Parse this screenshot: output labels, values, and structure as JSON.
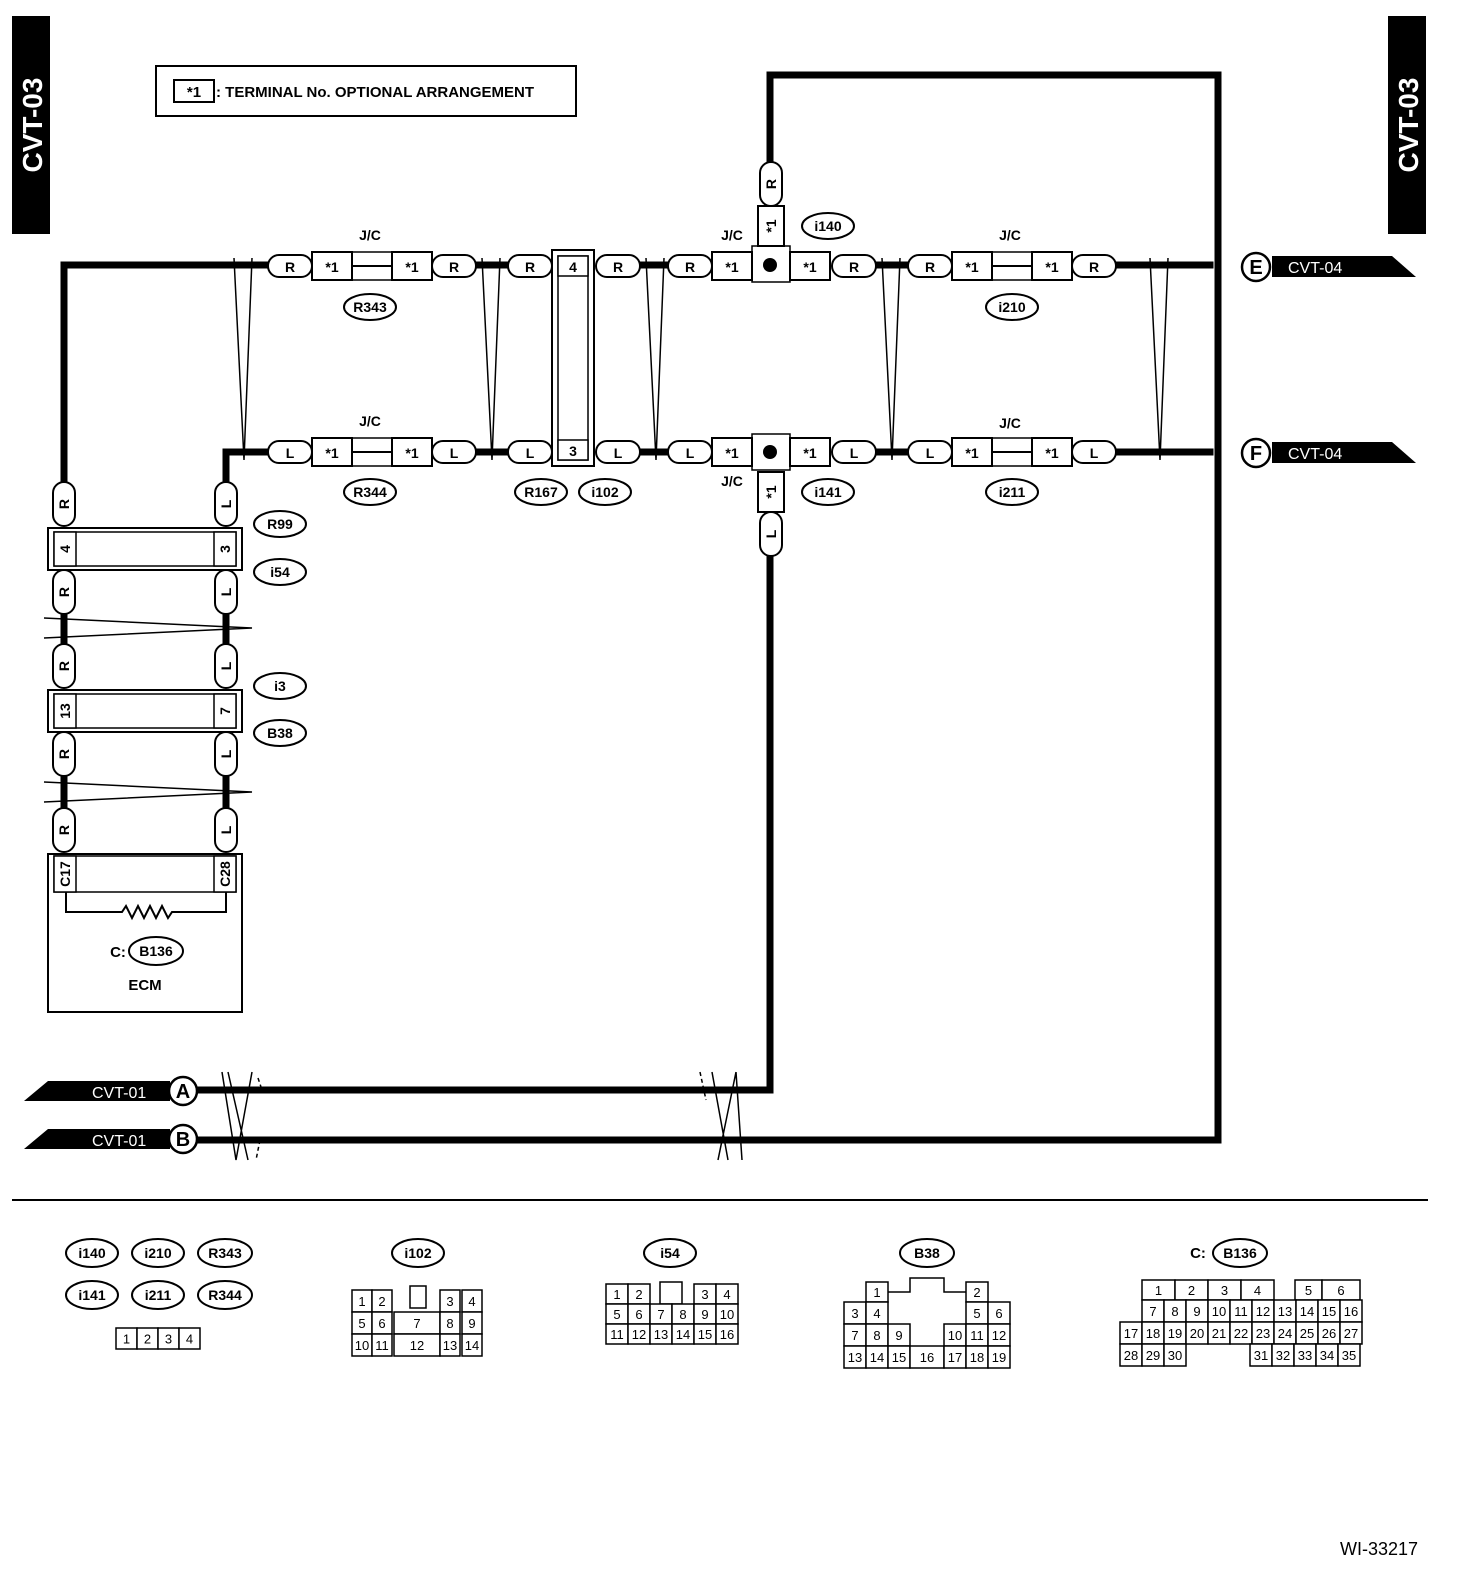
{
  "page_tabs": {
    "left": "CVT-03",
    "right": "CVT-03"
  },
  "legend": {
    "symbol": "*1",
    "text": ": TERMINAL No. OPTIONAL ARRANGEMENT"
  },
  "junction_label": "J/C",
  "wire_colors": {
    "red": "R",
    "blue": "L"
  },
  "pin_labels": {
    "optional": "*1",
    "r167_r": "4",
    "r167_l": "3",
    "r99_r": "4",
    "r99_l": "3",
    "i3_r": "13",
    "i3_l": "7",
    "ecm_r": "C17",
    "ecm_l": "C28"
  },
  "connectors": {
    "r343": "R343",
    "r344": "R344",
    "r167": "R167",
    "i102": "i102",
    "i140": "i140",
    "i141": "i141",
    "i210": "i210",
    "i211": "i211",
    "r99": "R99",
    "i54": "i54",
    "i3": "i3",
    "b38": "B38",
    "b136": "B136"
  },
  "ecm": {
    "prefix": "C:",
    "label": "ECM"
  },
  "off_page": {
    "e": {
      "letter": "E",
      "ref": "CVT-04"
    },
    "f": {
      "letter": "F",
      "ref": "CVT-04"
    },
    "a": {
      "letter": "A",
      "ref": "CVT-01"
    },
    "b": {
      "letter": "B",
      "ref": "CVT-01"
    }
  },
  "connector_views": {
    "group_labels": [
      "i140",
      "i210",
      "R343",
      "i141",
      "i211",
      "R344"
    ],
    "group_pins": [
      "1",
      "2",
      "3",
      "4"
    ],
    "i102_pins": [
      "1",
      "2",
      "3",
      "4",
      "5",
      "6",
      "7",
      "8",
      "9",
      "10",
      "11",
      "12",
      "13",
      "14"
    ],
    "i54_pins": [
      "1",
      "2",
      "3",
      "4",
      "5",
      "6",
      "7",
      "8",
      "9",
      "10",
      "11",
      "12",
      "13",
      "14",
      "15",
      "16"
    ],
    "b38_pins": [
      "1",
      "2",
      "3",
      "4",
      "5",
      "6",
      "7",
      "8",
      "9",
      "10",
      "11",
      "12",
      "13",
      "14",
      "15",
      "16",
      "17",
      "18",
      "19"
    ],
    "b136_prefix": "C:",
    "b136_pins": [
      "1",
      "2",
      "3",
      "4",
      "5",
      "6",
      "7",
      "8",
      "9",
      "10",
      "11",
      "12",
      "13",
      "14",
      "15",
      "16",
      "17",
      "18",
      "19",
      "20",
      "21",
      "22",
      "23",
      "24",
      "25",
      "26",
      "27",
      "28",
      "29",
      "30",
      "31",
      "32",
      "33",
      "34",
      "35"
    ]
  },
  "figure_id": "WI-33217"
}
